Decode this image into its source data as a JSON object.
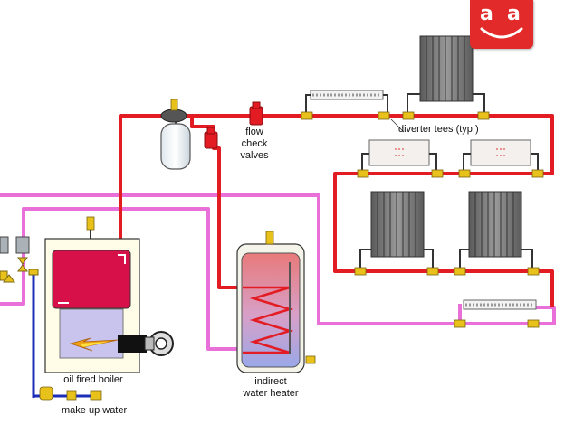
{
  "logo": {
    "letters": [
      "a",
      "a"
    ],
    "color": "#e22a2a",
    "icon": "smile-logo-icon"
  },
  "labels": {
    "flow_check_valves": [
      "flow",
      "check",
      "valves"
    ],
    "diverter_tees": "diverter tees (typ.)",
    "oil_fired_boiler": "oil fired boiler",
    "indirect_water_heater": [
      "indirect",
      "water heater"
    ],
    "make_up_water": "make up water"
  },
  "colors": {
    "supply_pipe": "#e31b23",
    "return_pipe": "#e870d8",
    "cold_water": "#1c2db8",
    "boiler_tank": "#d8104a",
    "valve_brass": "#e8c21a",
    "flame": "#f0a010"
  }
}
